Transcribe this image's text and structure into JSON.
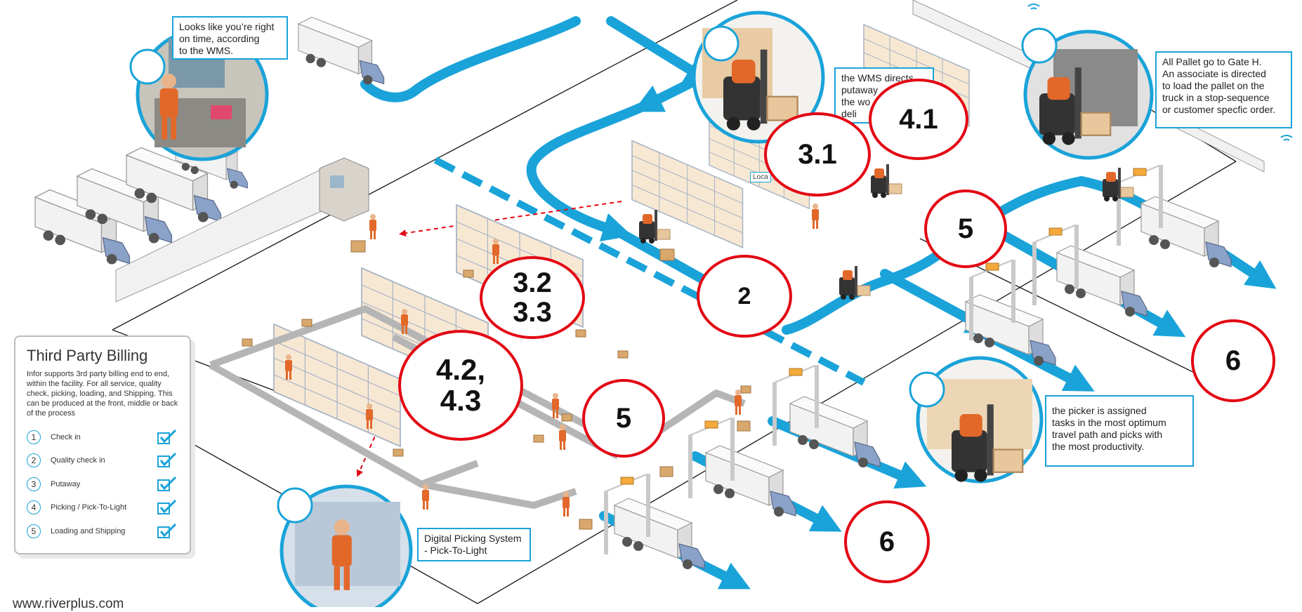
{
  "callouts": {
    "wms_time": "Looks like you’re right\non time, according\nto the WMS.",
    "wms_direct": "the WMS directs\nputaway\nthe wo\n    deli",
    "gate_h": "All Pallet go to Gate H.\nAn associate is directed\nto load the pallet on the\ntruck in a stop-sequence\nor customer specfic order.",
    "picker": "the picker is assigned\ntasks in the most optimum\ntravel path and picks with\nthe most productivity.",
    "digital_picking": "Digital Picking System\n- Pick-To-Light",
    "location_label": "Loca"
  },
  "markers": [
    "2",
    "3.1",
    "3.2\n3.3",
    "4.1",
    "4.2,\n4.3",
    "5",
    "5",
    "6",
    "6"
  ],
  "billing": {
    "title": "Third Party Billing",
    "description": "Infor supports 3rd party billing end to end, within the facility. For all service, quality check, picking, loading, and Shipping. This can be produced at the front, middle or back of the process",
    "steps": [
      {
        "num": "1",
        "label": "Check in"
      },
      {
        "num": "2",
        "label": "Quality check in"
      },
      {
        "num": "3",
        "label": "Putaway"
      },
      {
        "num": "4",
        "label": "Picking / Pick-To-Light"
      },
      {
        "num": "5",
        "label": "Loading and Shipping"
      }
    ]
  },
  "footer": {
    "website": "www.riverplus.com"
  },
  "colors": {
    "flow": "#1aa3d9",
    "marker": "#e30613",
    "arrow_dash": "#e30613",
    "floor_line": "#222222"
  },
  "icons": [
    "truck-icon",
    "forklift-icon",
    "worker-icon",
    "pallet-rack-icon",
    "conveyor-icon",
    "dock-door-icon",
    "wifi-icon",
    "checkmark-icon"
  ]
}
